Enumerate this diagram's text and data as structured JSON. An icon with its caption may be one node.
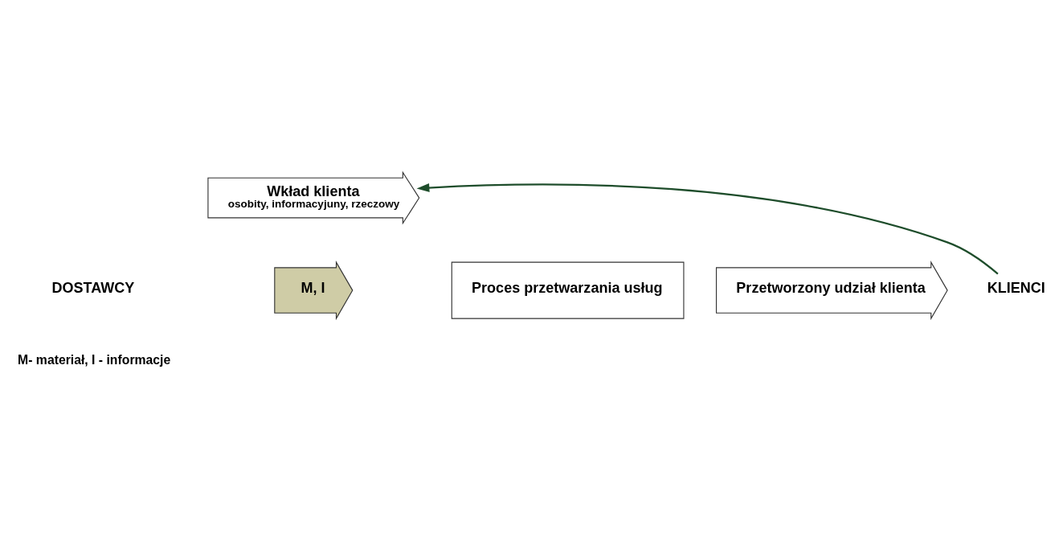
{
  "diagram": {
    "nodes": [
      {
        "text": [
          "Wkład klienta",
          "osobity, informacyjuny, rzeczowy"
        ]
      },
      {
        "text": [
          "DOSTAWCY"
        ]
      },
      {
        "text": [
          "M, I"
        ]
      },
      {
        "text": [
          "Proces przetwarzania usług"
        ]
      },
      {
        "text": [
          "Przetworzony udział klienta"
        ]
      },
      {
        "text": [
          "KLIENCI"
        ]
      }
    ],
    "edges": [
      {
        "from": 5,
        "to": 0,
        "arrow": "to",
        "color": "#1e4d2b"
      }
    ],
    "labels": [
      "M- materiał, I - informacje"
    ]
  }
}
